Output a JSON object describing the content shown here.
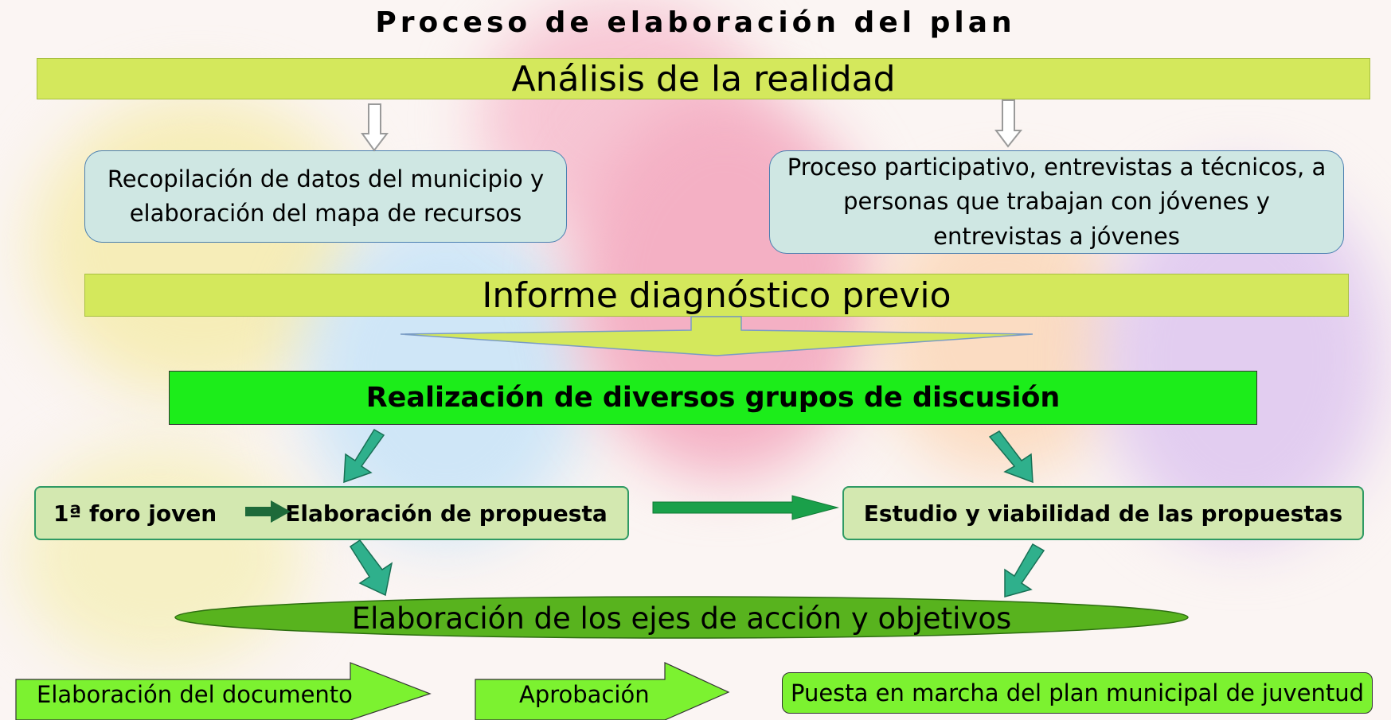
{
  "title": "Proceso de elaboración del plan",
  "steps": {
    "analisis": "Análisis de la realidad",
    "recopilacion": "Recopilación de datos del municipio y elaboración del mapa de recursos",
    "participativo": "Proceso participativo, entrevistas a técnicos, a personas que trabajan con jóvenes y entrevistas a jóvenes",
    "informe": "Informe diagnóstico previo",
    "grupos": "Realización de diversos grupos de discusión",
    "foro": "1ª foro joven",
    "propuesta": "Elaboración de propuesta",
    "estudio": "Estudio y viabilidad de las propuestas",
    "ejes": "Elaboración de los ejes de acción y objetivos",
    "documento": "Elaboración del documento",
    "aprobacion": "Aprobación",
    "puesta": "Puesta en marcha del plan municipal de juventud"
  },
  "colors": {
    "band": "#d4e85c",
    "soft_box": "#cfe7e3",
    "discussion": "#1ced1a",
    "proposal_box": "#d3e8b0",
    "arrow_teal": "#2fb08c",
    "ellipse": "#58b31e",
    "final_arrow": "#7cf230"
  }
}
